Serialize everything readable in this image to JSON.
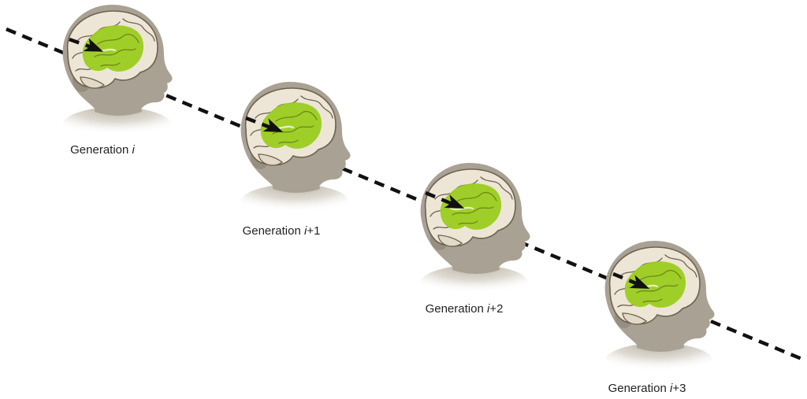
{
  "colors": {
    "head": "#a9a294",
    "brain": "#ede6d6",
    "brain_outline": "#6e6150",
    "region": "#9ccc1f",
    "line": "#111111",
    "label": "#222222"
  },
  "generations": [
    {
      "prefix": "Generation ",
      "variable": "i",
      "suffix": ""
    },
    {
      "prefix": "Generation ",
      "variable": "i",
      "suffix": "+1"
    },
    {
      "prefix": "Generation ",
      "variable": "i",
      "suffix": "+2"
    },
    {
      "prefix": "Generation ",
      "variable": "i",
      "suffix": "+3"
    }
  ],
  "icons": {
    "head": "child-head-profile-icon",
    "brain": "brain-icon",
    "arrow": "arrowhead-icon"
  }
}
